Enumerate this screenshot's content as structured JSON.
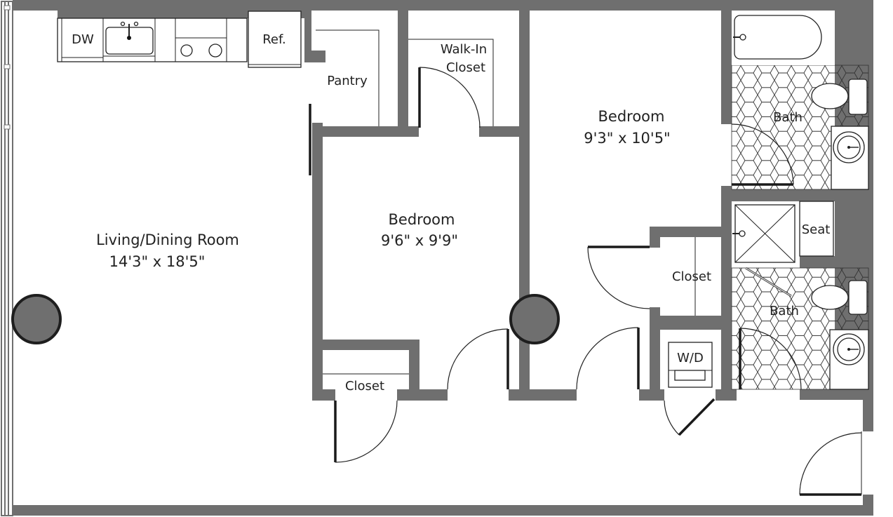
{
  "floor_plan": {
    "rooms": [
      {
        "id": "living",
        "name": "Living/Dining Room",
        "dimensions": "14'3\" x 18'5\""
      },
      {
        "id": "bedroom1",
        "name": "Bedroom",
        "dimensions": "9'6\" x 9'9\""
      },
      {
        "id": "bedroom2",
        "name": "Bedroom",
        "dimensions": "9'3\" x 10'5\""
      }
    ],
    "labels": {
      "pantry": "Pantry",
      "walk_in_closet_line1": "Walk-In",
      "walk_in_closet_line2": "Closet",
      "closet_bedroom1": "Closet",
      "closet_bedroom2": "Closet",
      "bath1": "Bath",
      "bath2": "Bath",
      "seat": "Seat",
      "washer_dryer": "W/D",
      "dishwasher": "DW",
      "refrigerator": "Ref."
    },
    "colors": {
      "wall": "#6f6f6f",
      "background": "#ffffff",
      "line": "#222222"
    }
  }
}
